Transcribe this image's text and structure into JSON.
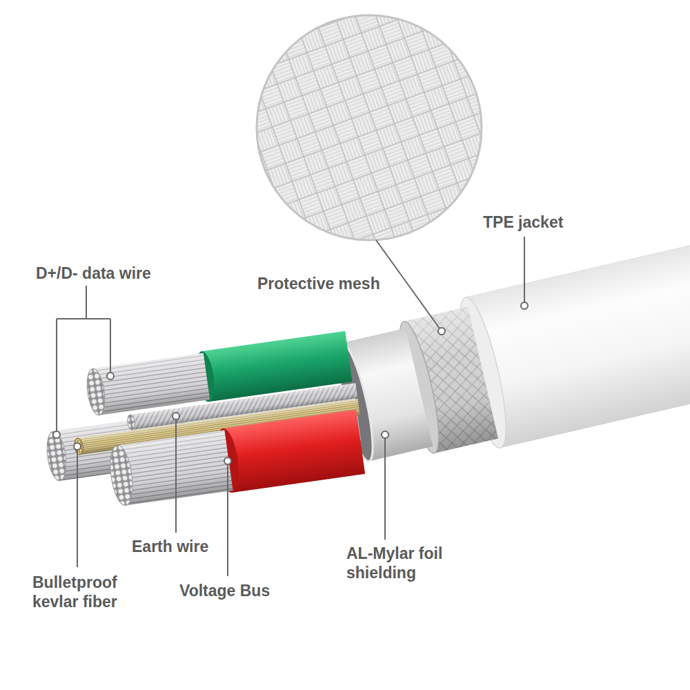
{
  "diagram": {
    "labels": [
      "TPE jacket",
      "D+/D- data wire",
      "Protective mesh",
      "Earth wire",
      "AL-Mylar foil shielding",
      "Bulletproof kevlar fiber",
      "Voltage Bus"
    ]
  }
}
